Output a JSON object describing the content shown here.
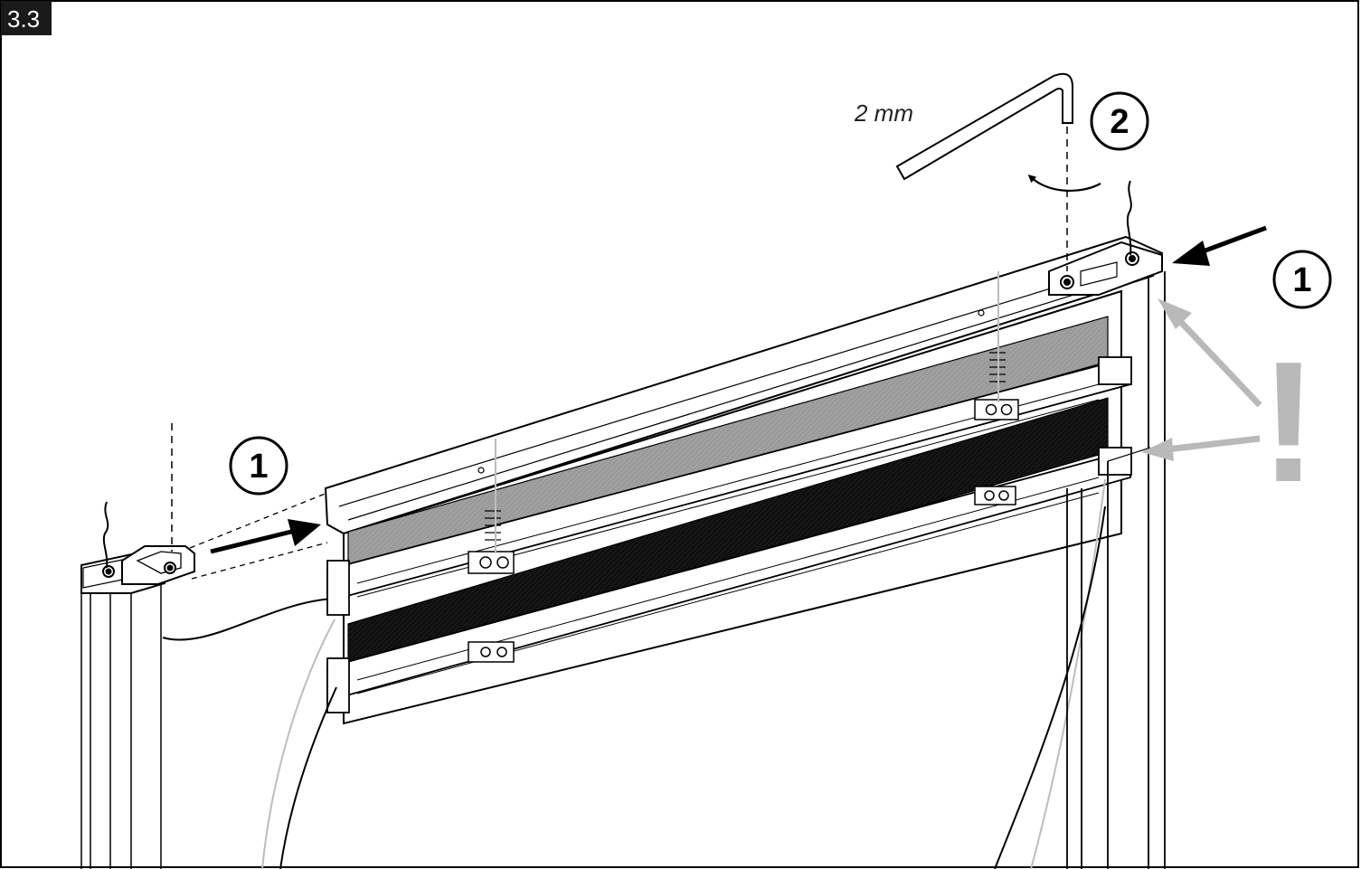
{
  "figure": {
    "section_label": "3.3",
    "wrench_size": "2 mm",
    "steps": {
      "left": "1",
      "top": "2",
      "right": "1"
    },
    "warning_mark": "!"
  },
  "colors": {
    "frame": "#000000",
    "badge_bg": "#1a1a1a",
    "fabric_dark": "#0f0f0f",
    "fabric_grey": "#9a9a9a",
    "warning_grey": "#b9b9b9",
    "background": "#ffffff"
  },
  "icons": [
    "hex-key-icon",
    "rotate-arrow-icon",
    "push-arrow-icon",
    "warning-exclamation-icon"
  ]
}
